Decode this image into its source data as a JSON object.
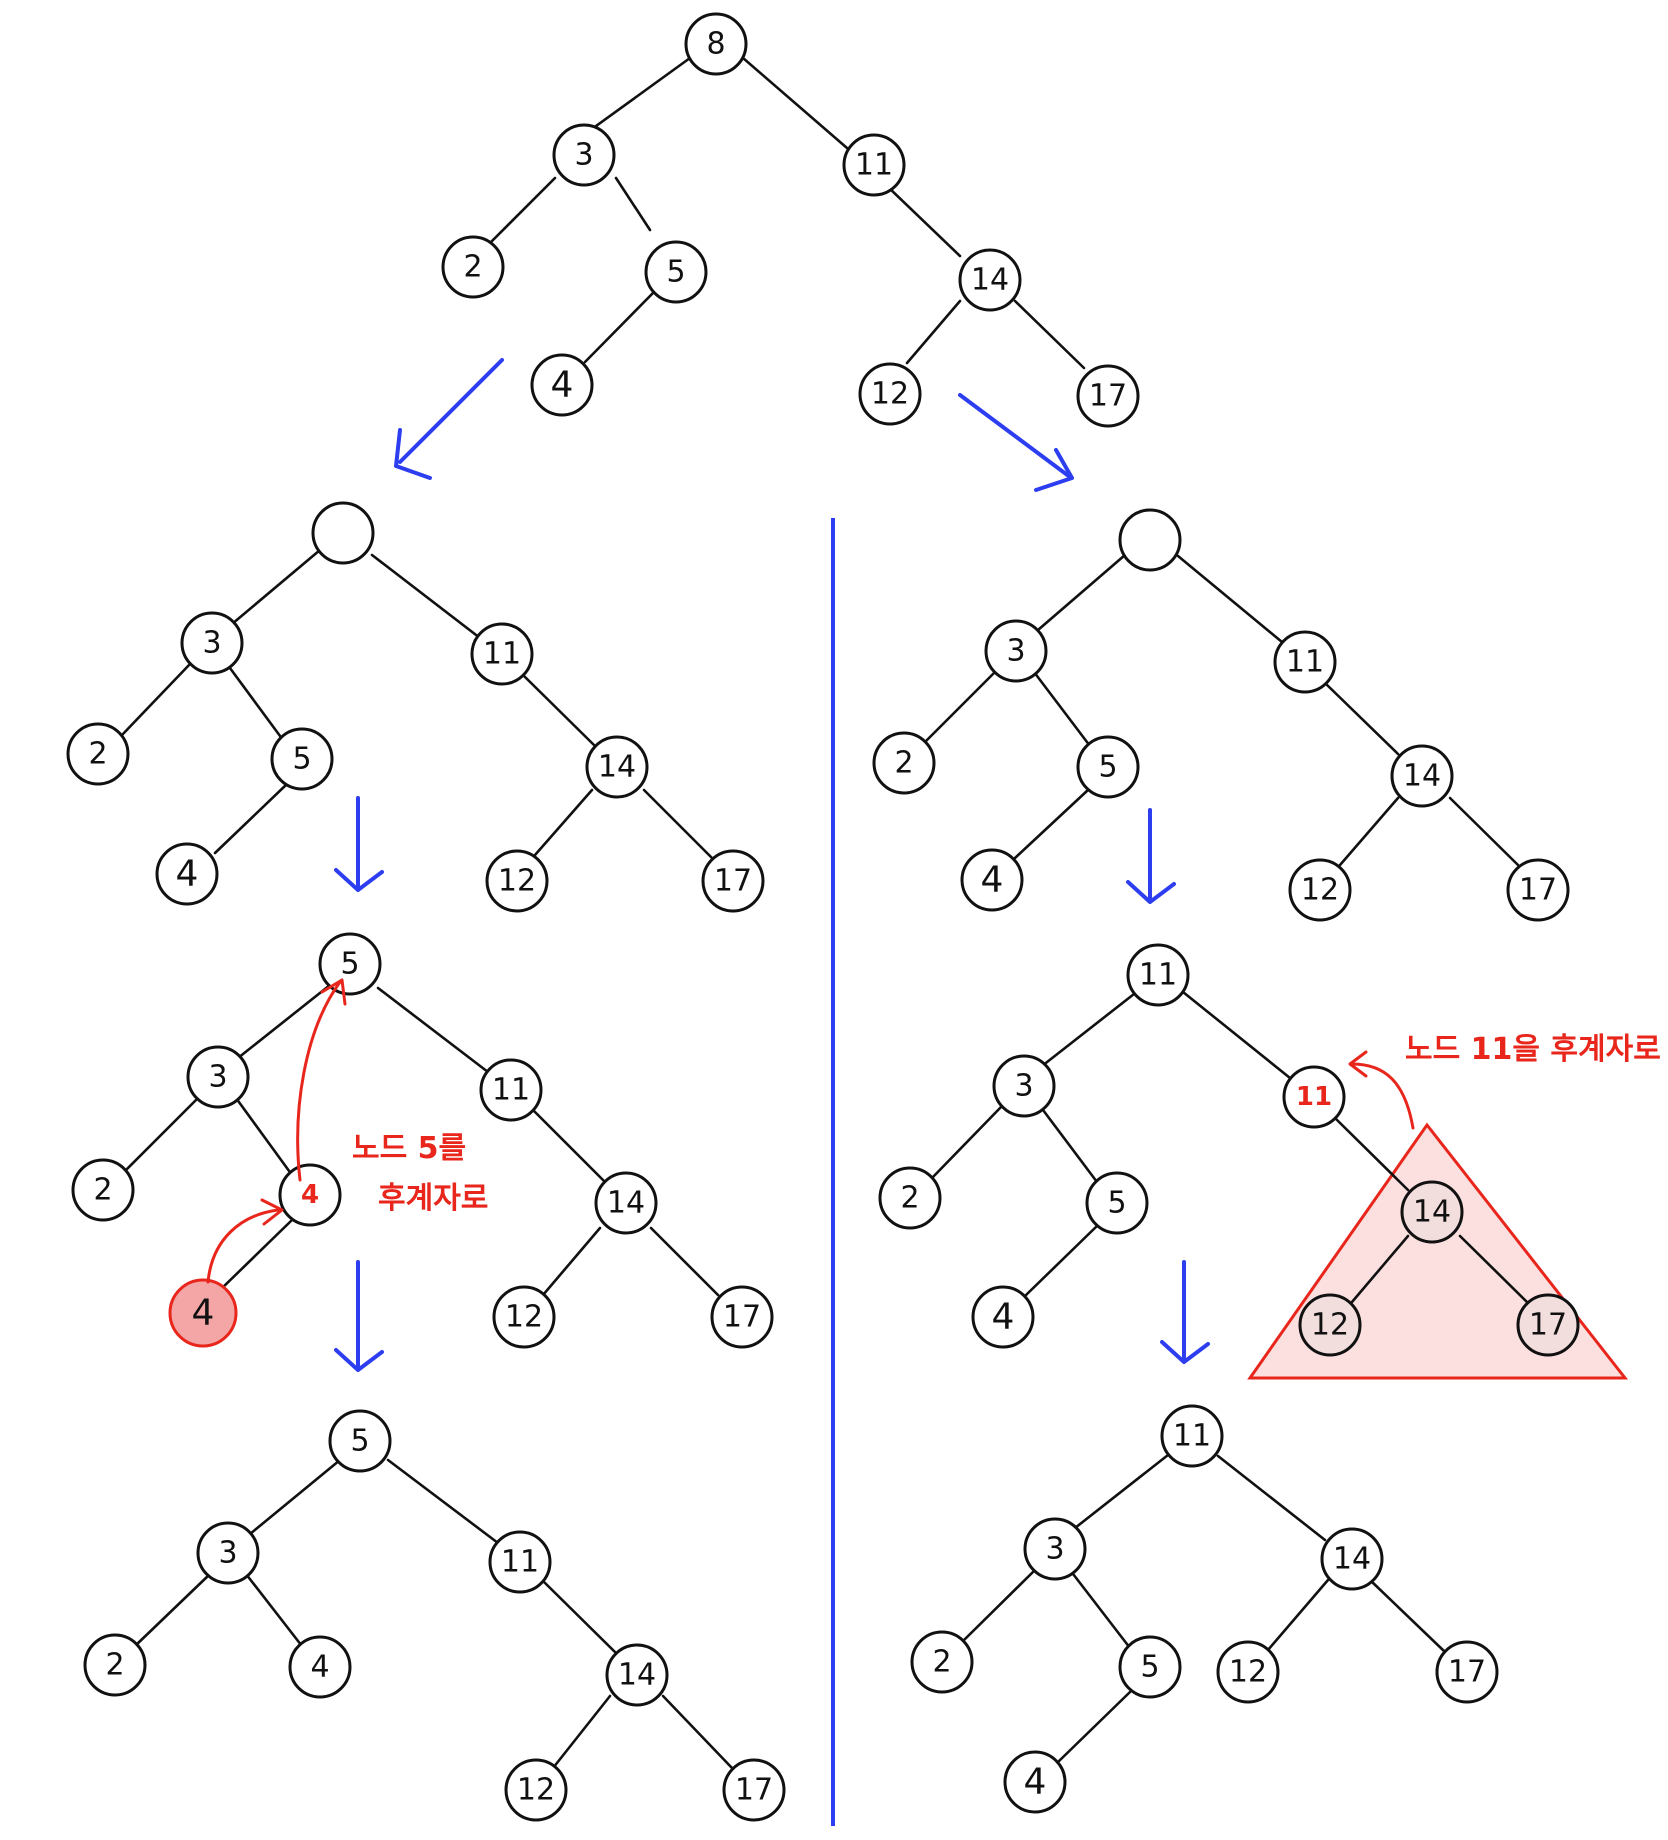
{
  "trees": {
    "original": {
      "root": "8",
      "left": "3",
      "left_left": "2",
      "left_right": "5",
      "left_right_left": "4",
      "right": "11",
      "right_right": "14",
      "right_right_left": "12",
      "right_right_right": "17"
    },
    "left_empty": {
      "root": "",
      "left": "3",
      "left_left": "2",
      "left_right": "5",
      "left_right_left": "4",
      "right": "11",
      "right_right": "14",
      "right_right_left": "12",
      "right_right_right": "17"
    },
    "left_step": {
      "root": "5",
      "left": "3",
      "left_left": "2",
      "left_right": "4",
      "left_right_left": "4",
      "right": "11",
      "right_right": "14",
      "right_right_left": "12",
      "right_right_right": "17"
    },
    "left_final": {
      "root": "5",
      "left": "3",
      "left_left": "2",
      "left_right": "4",
      "right": "11",
      "right_right": "14",
      "right_right_left": "12",
      "right_right_right": "17"
    },
    "right_empty": {
      "root": "",
      "left": "3",
      "left_left": "2",
      "left_right": "5",
      "left_right_left": "4",
      "right": "11",
      "right_right": "14",
      "right_right_left": "12",
      "right_right_right": "17"
    },
    "right_step": {
      "root": "11",
      "left": "3",
      "left_left": "2",
      "left_right": "5",
      "left_right_left": "4",
      "right": "11",
      "right_right": "14",
      "right_right_left": "12",
      "right_right_right": "17"
    },
    "right_final": {
      "root": "11",
      "left": "3",
      "left_left": "2",
      "left_right": "5",
      "left_right_left": "4",
      "right": "14",
      "right_left": "12",
      "right_right": "17"
    }
  },
  "annotations": {
    "left_note_line1": "노드 5를",
    "left_note_line2": "후계자로",
    "right_note": "노드 11을 후계자로"
  },
  "colors": {
    "arrow": "#2d3ef0",
    "highlight": "#e8261c",
    "highlight_fill": "#f4a6a6"
  }
}
